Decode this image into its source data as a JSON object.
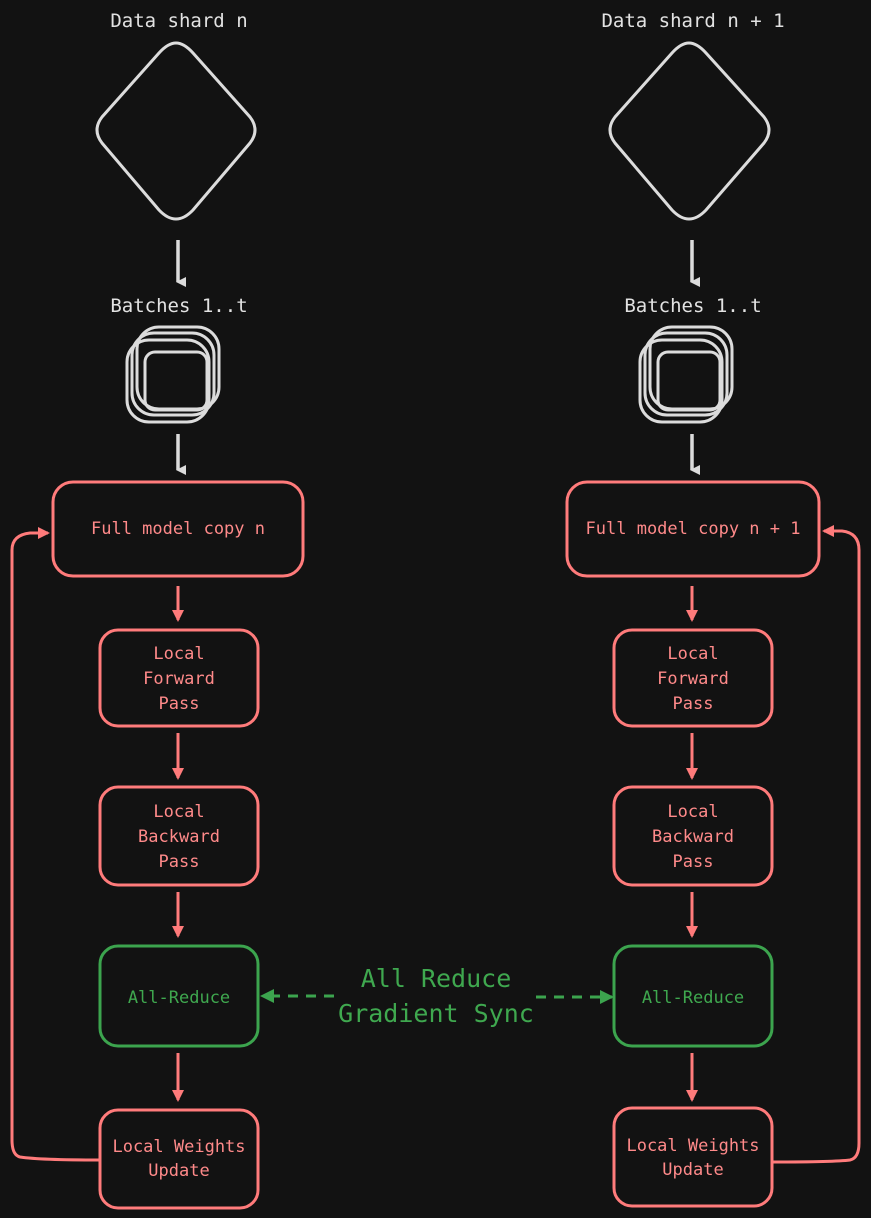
{
  "columns": [
    {
      "data_shard": "Data shard n",
      "batches": "Batches 1..t",
      "model_copy": "Full model copy n",
      "forward": [
        "Local",
        "Forward",
        "Pass"
      ],
      "backward": [
        "Local",
        "Backward",
        "Pass"
      ],
      "all_reduce": "All-Reduce",
      "weights_update": [
        "Local Weights",
        "Update"
      ]
    },
    {
      "data_shard": "Data shard n + 1",
      "batches": "Batches 1..t",
      "model_copy": "Full model copy n + 1",
      "forward": [
        "Local",
        "Forward",
        "Pass"
      ],
      "backward": [
        "Local",
        "Backward",
        "Pass"
      ],
      "all_reduce": "All-Reduce",
      "weights_update": [
        "Local Weights",
        "Update"
      ]
    }
  ],
  "sync_label": [
    "All Reduce",
    "Gradient Sync"
  ],
  "colors": {
    "background": "#121212",
    "white": "#dcdcdc",
    "red": "#ff7b7b",
    "green": "#3ca44e"
  },
  "icons": {
    "data_shard": "grid-diamond-icon",
    "batches": "stacked-batches-icon"
  }
}
